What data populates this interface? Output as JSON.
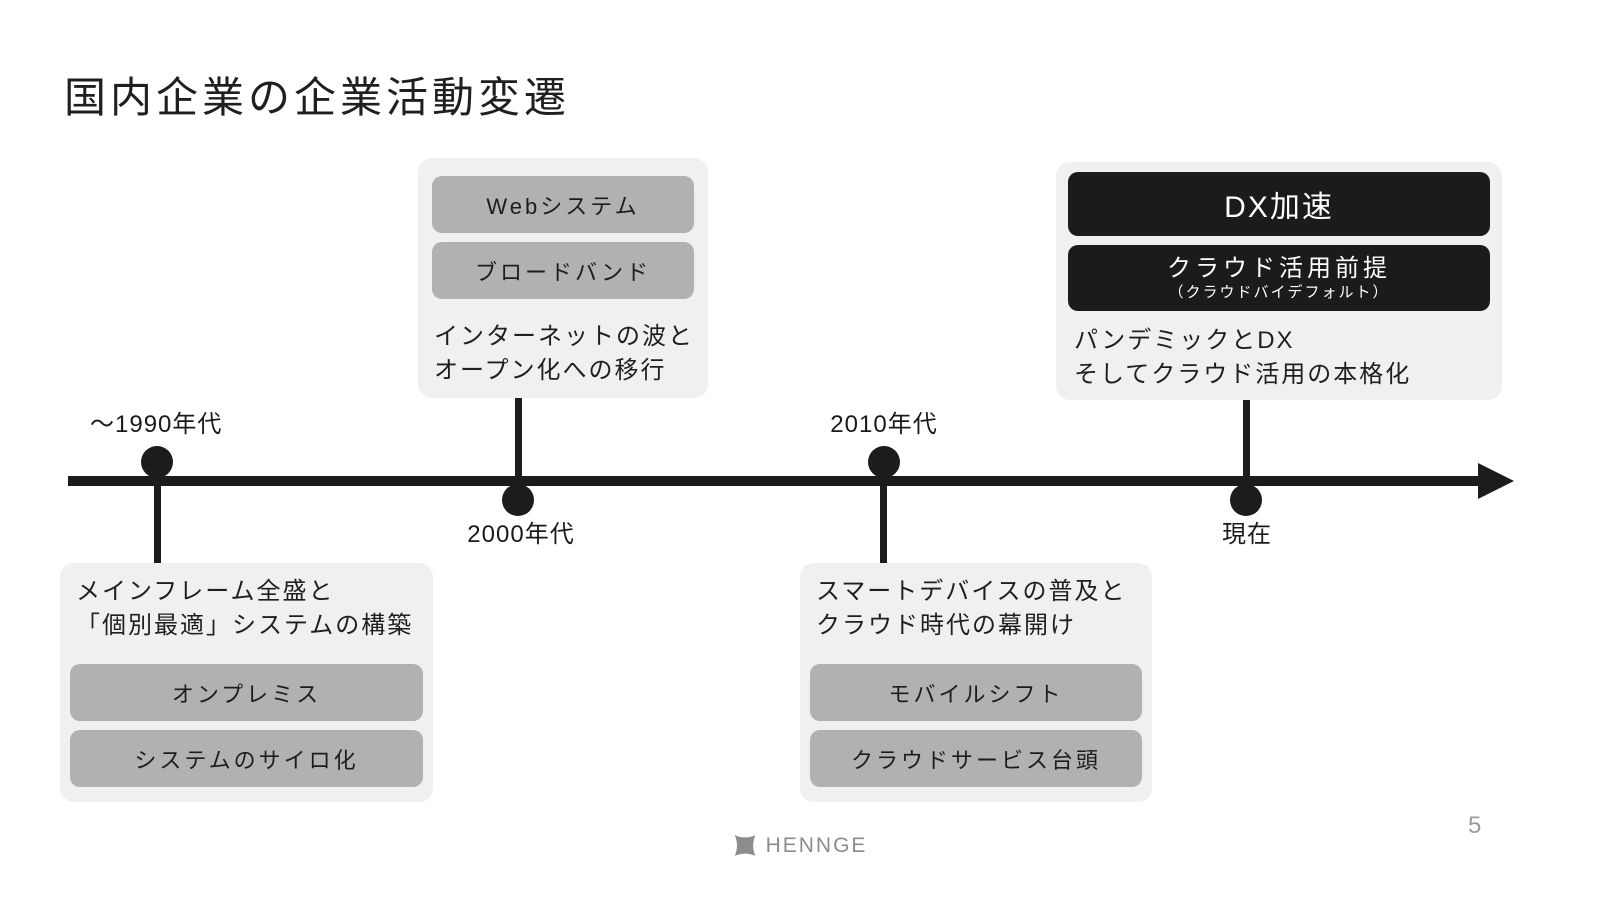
{
  "title": "国内企業の企業活動変遷",
  "timeline": {
    "era_1990_label": "～1990年代",
    "era_2000_label": "2000年代",
    "era_2010_label": "2010年代",
    "era_now_label": "現在"
  },
  "box_1990": {
    "caption_line1": "メインフレーム全盛と",
    "caption_line2": "「個別最適」システムの構築",
    "tag1": "オンプレミス",
    "tag2": "システムのサイロ化"
  },
  "box_2000": {
    "tag1": "Webシステム",
    "tag2": "ブロードバンド",
    "caption_line1": "インターネットの波と",
    "caption_line2": "オープン化への移行"
  },
  "box_2010": {
    "caption_line1": "スマートデバイスの普及と",
    "caption_line2": "クラウド時代の幕開け",
    "tag1": "モバイルシフト",
    "tag2": "クラウドサービス台頭"
  },
  "box_now": {
    "highlight_title": "DX加速",
    "highlight_sub_line1": "クラウド活用前提",
    "highlight_sub_line2": "（クラウドバイデフォルト）",
    "caption_line1": "パンデミックとDX",
    "caption_line2": "そしてクラウド活用の本格化"
  },
  "footer": {
    "logo_text": "HENNGE",
    "page_number": "5"
  },
  "colors": {
    "timeline_dark": "#1c1c1c",
    "card_bg": "#f0f0f0",
    "tag_bg": "#b1b1b1",
    "highlight_bg": "#1b1b1b",
    "footer_gray": "#8c8c8c"
  }
}
